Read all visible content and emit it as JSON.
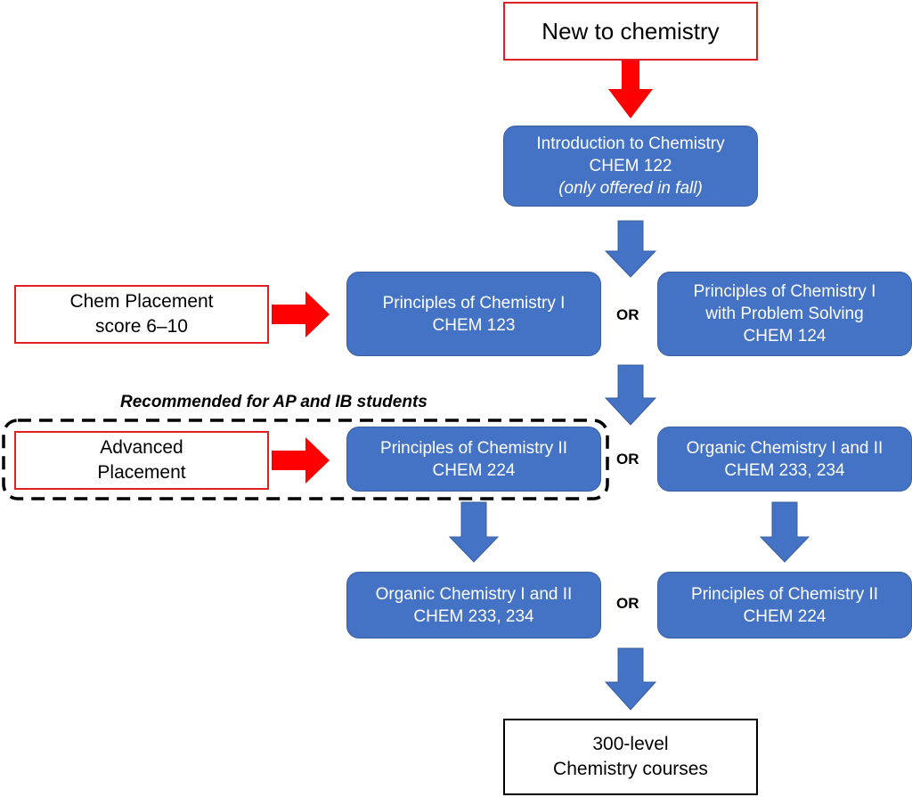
{
  "start": {
    "label": "New to chemistry"
  },
  "intro": {
    "line1": "Introduction to Chemistry",
    "line2": "CHEM 122",
    "line3": "(only offered in fall)"
  },
  "placement": {
    "line1": "Chem Placement",
    "line2": "score 6–10"
  },
  "principles1": {
    "line1": "Principles of Chemistry I",
    "line2": "CHEM 123"
  },
  "principles1ps": {
    "line1": "Principles of Chemistry I",
    "line2": "with Problem Solving",
    "line3": "CHEM 124"
  },
  "or_label": "OR",
  "recommended": "Recommended for AP and IB students",
  "advanced": {
    "line1": "Advanced",
    "line2": "Placement"
  },
  "principles2": {
    "line1": "Principles of Chemistry II",
    "line2": "CHEM 224"
  },
  "organic_right": {
    "line1": "Organic Chemistry I and II",
    "line2": "CHEM 233, 234"
  },
  "organic_bottom": {
    "line1": "Organic Chemistry I and II",
    "line2": "CHEM 233, 234"
  },
  "principles2_bottom": {
    "line1": "Principles of Chemistry II",
    "line2": "CHEM 224"
  },
  "final": {
    "line1": "300-level",
    "line2": "Chemistry courses"
  },
  "colors": {
    "blue_fill": "#4472c4",
    "red": "#ff0000",
    "dash": "#000000"
  }
}
